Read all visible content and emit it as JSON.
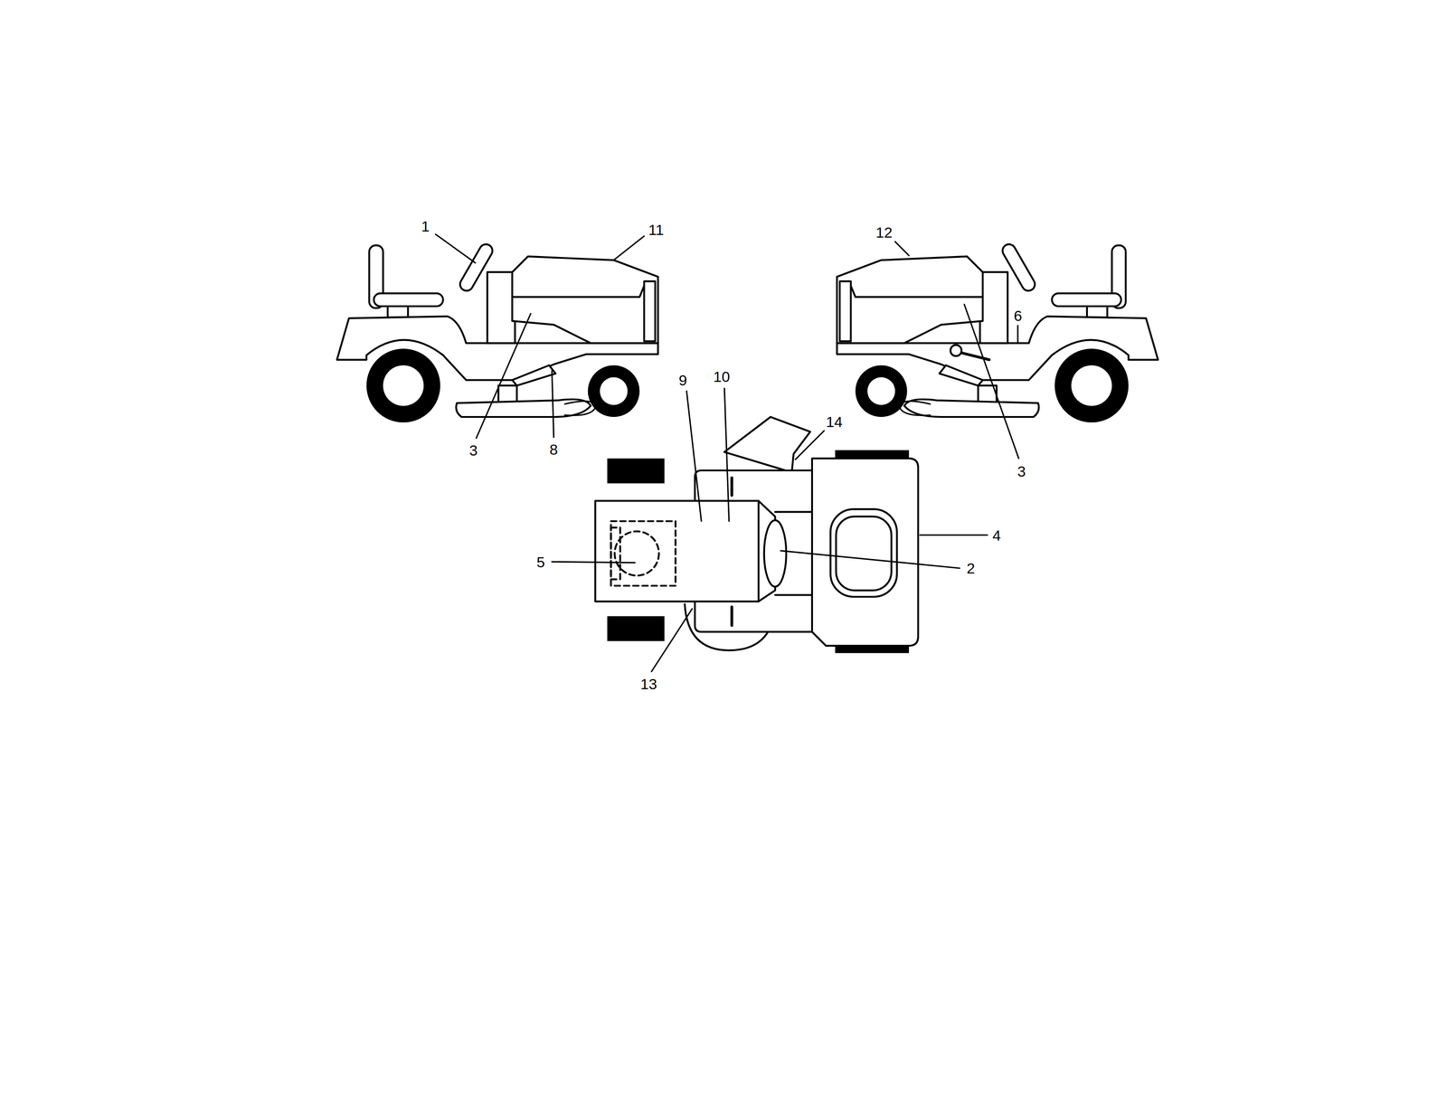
{
  "diagram": {
    "labels": [
      "1",
      "11",
      "12",
      "6",
      "3",
      "8",
      "3",
      "9",
      "10",
      "14",
      "4",
      "5",
      "2",
      "13"
    ]
  }
}
